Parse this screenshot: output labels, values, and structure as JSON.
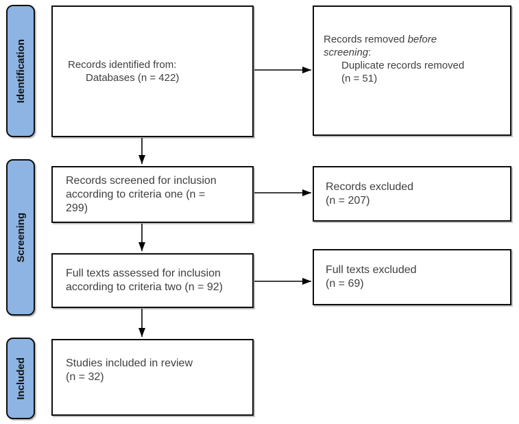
{
  "diagram_type": "prisma-flow",
  "stages": [
    {
      "label": "Identification"
    },
    {
      "label": "Screening"
    },
    {
      "label": "Included"
    }
  ],
  "boxes": {
    "identified": {
      "line1": "Records identified from:",
      "line2": "Databases (n = 422)"
    },
    "removed": {
      "line1_text": "Records removed",
      "line1_italic": "before",
      "line2_italic": "screening",
      "line2_text": ":",
      "line3": "Duplicate records removed",
      "line4": "(n = 51)"
    },
    "screened": {
      "line1": "Records screened for inclusion",
      "line2": "according to criteria one (n =",
      "line3": "299)"
    },
    "records_excluded": {
      "line1": "Records excluded",
      "line2": "(n = 207)"
    },
    "fulltexts_assessed": {
      "line1": "Full texts assessed for inclusion",
      "line2": "according to criteria two (n = 92)"
    },
    "fulltexts_excluded": {
      "line1": "Full texts excluded",
      "line2": "(n = 69)"
    },
    "studies_included": {
      "line1": "Studies included in review",
      "line2": "(n = 32)"
    }
  },
  "counts": {
    "identified": 422,
    "duplicates_removed": 51,
    "screened": 299,
    "records_excluded": 207,
    "fulltexts_assessed": 92,
    "fulltexts_excluded": 69,
    "included": 32
  },
  "colors": {
    "stage_fill": "#8DB4E2",
    "box_border": "#0d0d0d",
    "box_text": "#3E3E3E",
    "arrow": "#000000",
    "background": "#ffffff"
  }
}
